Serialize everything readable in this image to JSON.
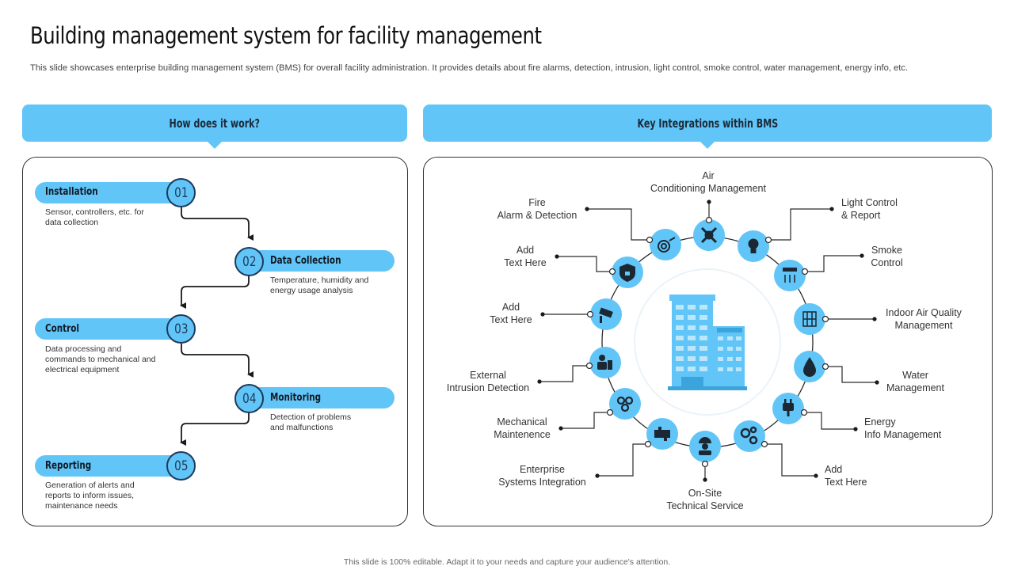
{
  "title": "Building management system for facility management",
  "subtitle": "This slide showcases enterprise building management system (BMS) for overall facility administration. It provides details about fire alarms, detection, intrusion, light control, smoke control, water management, energy info, etc.",
  "left_panel": {
    "header": "How does it work?",
    "steps": [
      {
        "num": "01",
        "label": "Installation",
        "desc": "Sensor, controllers, etc. for data collection"
      },
      {
        "num": "02",
        "label": "Data Collection",
        "desc": "Temperature, humidity and energy usage analysis"
      },
      {
        "num": "03",
        "label": "Control",
        "desc": "Data processing and commands to mechanical and electrical equipment"
      },
      {
        "num": "04",
        "label": "Monitoring",
        "desc": "Detection of problems and malfunctions"
      },
      {
        "num": "05",
        "label": "Reporting",
        "desc": "Generation of alerts and reports to inform issues, maintenance needs"
      }
    ]
  },
  "right_panel": {
    "header": "Key Integrations within BMS",
    "integrations": {
      "air": {
        "l1": "Air",
        "l2": "Conditioning Management",
        "icon": "fan-icon"
      },
      "light": {
        "l1": "Light Control",
        "l2": "& Report",
        "icon": "bulb-icon"
      },
      "smoke": {
        "l1": "Smoke",
        "l2": "Control",
        "icon": "smoke-detector-icon"
      },
      "iaq": {
        "l1": "Indoor Air Quality",
        "l2": "Management",
        "icon": "air-filter-icon"
      },
      "water": {
        "l1": "Water",
        "l2": "Management",
        "icon": "water-drop-icon"
      },
      "energy": {
        "l1": "Energy",
        "l2": "Info Management",
        "icon": "plug-icon"
      },
      "add3": {
        "l1": "Add",
        "l2": "Text Here",
        "icon": "gears-icon"
      },
      "onsite": {
        "l1": "On-Site",
        "l2": "Technical Service",
        "icon": "technician-icon"
      },
      "enterprise": {
        "l1": "Enterprise",
        "l2": "Systems Integration",
        "icon": "plugin-icon"
      },
      "mech": {
        "l1": "Mechanical",
        "l2": "Maintenence",
        "icon": "cogs-icon"
      },
      "intrusion": {
        "l1": "External",
        "l2": "Intrusion Detection",
        "icon": "intruder-icon"
      },
      "add2": {
        "l1": "Add",
        "l2": "Text Here",
        "icon": "cctv-icon"
      },
      "add1": {
        "l1": "Add",
        "l2": "Text Here",
        "icon": "shield-lock-icon"
      },
      "fire": {
        "l1": "Fire",
        "l2": "Alarm & Detection",
        "icon": "fire-hose-icon"
      }
    },
    "center_icon": "building-icon"
  },
  "footer": "This slide is 100% editable. Adapt it to your needs and capture your audience's attention.",
  "colors": {
    "accent": "#61c5f7",
    "dark": "#1e3a5c",
    "icon_dark": "#1b2733"
  }
}
